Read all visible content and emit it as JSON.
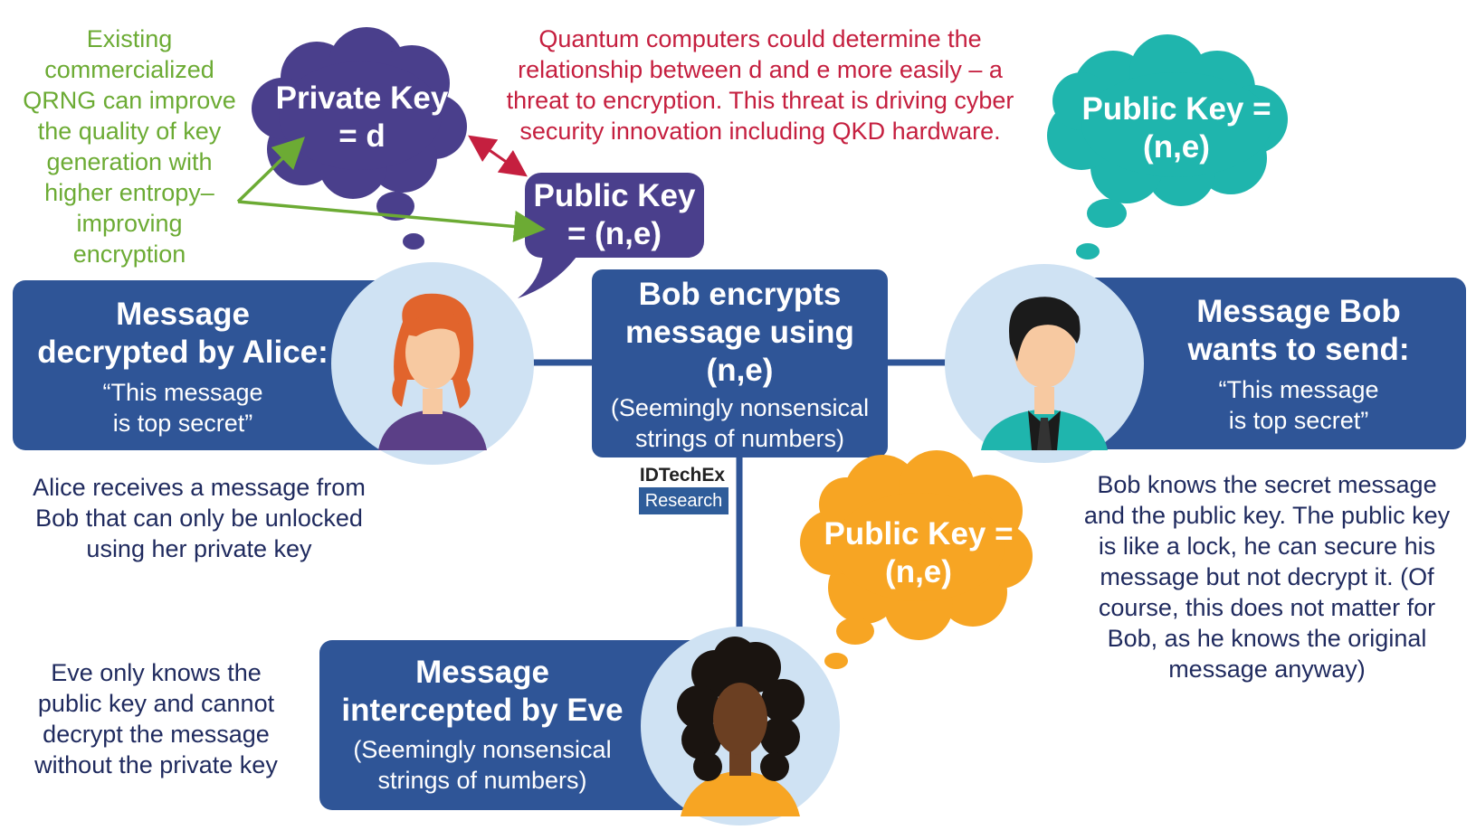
{
  "colors": {
    "box_blue": "#2f5597",
    "alice_bubble": "#4a3f8c",
    "bob_bubble": "#1fb5ad",
    "eve_bubble": "#f7a523",
    "circle_bg": "#cfe2f3",
    "green_text": "#6cab34",
    "red_text": "#c51f3f",
    "navy_text": "#1f2a5e"
  },
  "qrng_note": [
    "Existing",
    "commercialized",
    "QRNG can improve",
    "the quality of key",
    "generation with",
    "higher entropy–",
    "improving",
    "encryption"
  ],
  "quantum_note": [
    "Quantum computers could determine the",
    "relationship between d and e more easily – a",
    "threat to encryption. This threat is driving cyber",
    "security innovation including QKD hardware."
  ],
  "alice": {
    "private_key": [
      "Private Key",
      "= d"
    ],
    "public_key": [
      "Public Key",
      "= (n,e)"
    ],
    "box_title": [
      "Message",
      "decrypted by Alice:"
    ],
    "box_quote": [
      "“This message",
      "is top secret”"
    ],
    "caption": [
      "Alice receives a message from",
      "Bob that can only be unlocked",
      "using her private key"
    ]
  },
  "center": {
    "title": [
      "Bob encrypts",
      "message using",
      "(n,e)"
    ],
    "subtitle": [
      "(Seemingly nonsensical",
      "strings of numbers)"
    ]
  },
  "logo": {
    "top": "IDTechEx",
    "bottom": "Research"
  },
  "bob": {
    "public_key": [
      "Public Key =",
      "(n,e)"
    ],
    "box_title": [
      "Message Bob",
      "wants to send:"
    ],
    "box_quote": [
      "“This message",
      "is top secret”"
    ],
    "caption": [
      "Bob knows the secret message",
      "and the public key. The public key",
      "is like a lock, he can secure his",
      "message but not decrypt it. (Of",
      "course, this does not matter for",
      "Bob, as he knows the original",
      "message anyway)"
    ]
  },
  "eve": {
    "public_key": [
      "Public Key =",
      "(n,e)"
    ],
    "box_title": [
      "Message",
      "intercepted by Eve"
    ],
    "box_sub": [
      "(Seemingly nonsensical",
      "strings of numbers)"
    ],
    "caption": [
      "Eve only knows the",
      "public key and cannot",
      "decrypt the message",
      "without the private key"
    ]
  }
}
